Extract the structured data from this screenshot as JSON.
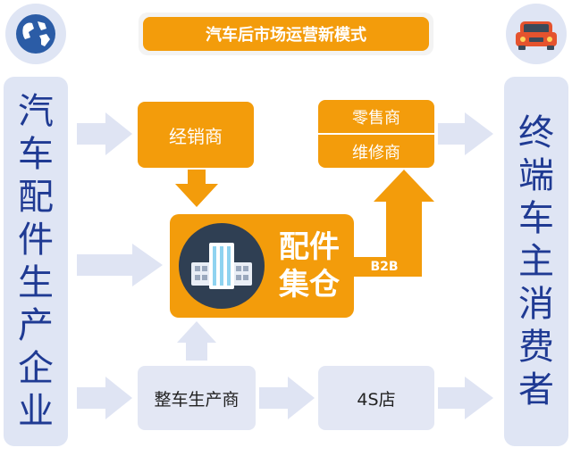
{
  "title": "汽车后市场运营新模式",
  "left_column": [
    "汽",
    "车",
    "配",
    "件",
    "生",
    "产",
    "企",
    "业"
  ],
  "right_column": [
    "终",
    "端",
    "车",
    "主",
    "消",
    "费",
    "者"
  ],
  "nodes": {
    "dealer": "经销商",
    "retailer": "零售商",
    "repair_shop": "维修商",
    "hub_line1": "配件",
    "hub_line2": "集仓",
    "b2b": "B2B",
    "oem": "整车生产商",
    "four_s": "4S店"
  },
  "icons": {
    "left": "globe-icon",
    "right": "car-icon",
    "hub": "warehouse-icon"
  },
  "colors": {
    "orange": "#f39c0b",
    "pale_blue": "#dfe5f4",
    "navy": "#1f3a93",
    "arrow_grey": "#dfe4f3"
  }
}
